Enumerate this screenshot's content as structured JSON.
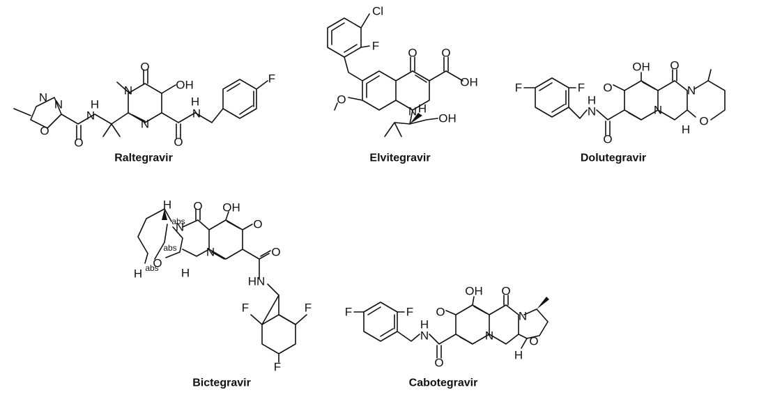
{
  "compounds": [
    {
      "id": "raltegravir",
      "label": "Raltegravir"
    },
    {
      "id": "elvitegravir",
      "label": "Elvitegravir"
    },
    {
      "id": "dolutegravir",
      "label": "Dolutegravir"
    },
    {
      "id": "bictegravir",
      "label": "Bictegravir"
    },
    {
      "id": "cabotegravir",
      "label": "Cabotegravir"
    }
  ],
  "atom_symbols": {
    "N": "N",
    "O": "O",
    "F": "F",
    "Cl": "Cl",
    "H": "H",
    "OH": "OH",
    "HN": "HN",
    "abs": "abs"
  }
}
